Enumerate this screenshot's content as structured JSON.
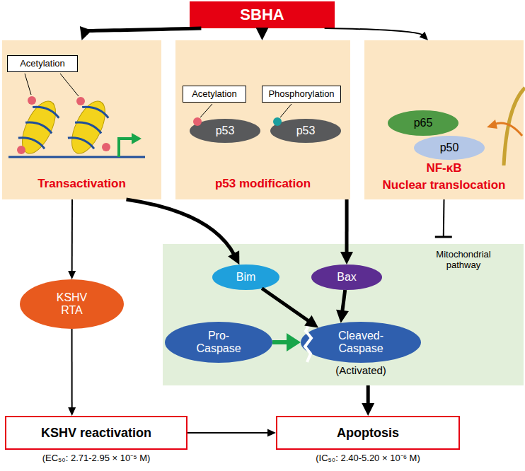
{
  "diagram": {
    "nodes": [
      {
        "text": [
          "SBHA"
        ]
      },
      {
        "text": [
          "Transactivation"
        ]
      },
      {
        "text": [
          "Acetylation"
        ],
        "in": 1
      },
      {
        "text": [
          "p53 modification"
        ]
      },
      {
        "text": [
          "Acetylation"
        ],
        "in": 3
      },
      {
        "text": [
          "Phosphorylation"
        ],
        "in": 3
      },
      {
        "text": [
          "p53"
        ],
        "in": 3
      },
      {
        "text": [
          "p53"
        ],
        "in": 3
      },
      {
        "text": [
          "NF-κB",
          "Nuclear translocation"
        ]
      },
      {
        "text": [
          "p65"
        ],
        "in": 8
      },
      {
        "text": [
          "p50"
        ],
        "in": 8
      },
      {
        "text": [
          "Mitochondrial pathway"
        ]
      },
      {
        "text": [
          "Bim"
        ],
        "in": 11
      },
      {
        "text": [
          "Bax"
        ],
        "in": 11
      },
      {
        "text": [
          "Pro-Caspase"
        ],
        "in": 11
      },
      {
        "text": [
          "Cleaved-Caspase",
          "(Activated)"
        ],
        "in": 11
      },
      {
        "text": [
          "KSHV RTA"
        ]
      },
      {
        "text": [
          "KSHV reactivation"
        ]
      },
      {
        "text": [
          "Apoptosis"
        ]
      }
    ],
    "edges": [
      {
        "from": 0,
        "to": 1,
        "arrow": "to"
      },
      {
        "from": 0,
        "to": 3,
        "arrow": "to"
      },
      {
        "from": 0,
        "to": 8,
        "arrow": "to"
      },
      {
        "from": 1,
        "to": 16,
        "arrow": "to"
      },
      {
        "from": 16,
        "to": 17,
        "arrow": "to"
      },
      {
        "from": 17,
        "to": 18,
        "arrow": "to"
      },
      {
        "from": 1,
        "to": 12,
        "arrow": "to"
      },
      {
        "from": 3,
        "to": 13,
        "arrow": "to"
      },
      {
        "from": 8,
        "to": 11,
        "arrow": "to"
      },
      {
        "from": 12,
        "to": 15,
        "arrow": "to"
      },
      {
        "from": 13,
        "to": 15,
        "arrow": "to"
      },
      {
        "from": 14,
        "to": 15,
        "arrow": "to"
      },
      {
        "from": 11,
        "to": 18,
        "arrow": "to"
      }
    ],
    "labels": [
      "(EC₅₀: 2.71-2.95 × 10⁻⁵ M)",
      "(IC₅₀: 2.40-5.20 × 10⁻⁶ M)"
    ]
  }
}
